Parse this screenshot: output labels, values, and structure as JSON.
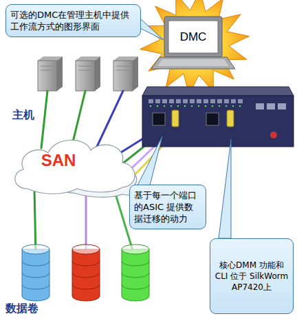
{
  "diagram": {
    "nodes": [
      {
        "text": [
          "可选的DMC在管理主机中提供工作流方式的图形界面"
        ]
      },
      {
        "text": [
          "DMC"
        ]
      },
      {
        "text": [
          "SAN"
        ]
      },
      {
        "text": [
          "基于每一个端口的ASIC 提供数据迁移的动力"
        ]
      },
      {
        "text": [
          "核心DMM 功能和 CLI 位于 SilkWorm AP7420上"
        ]
      }
    ],
    "labels": [
      "主机",
      "数据卷"
    ]
  }
}
